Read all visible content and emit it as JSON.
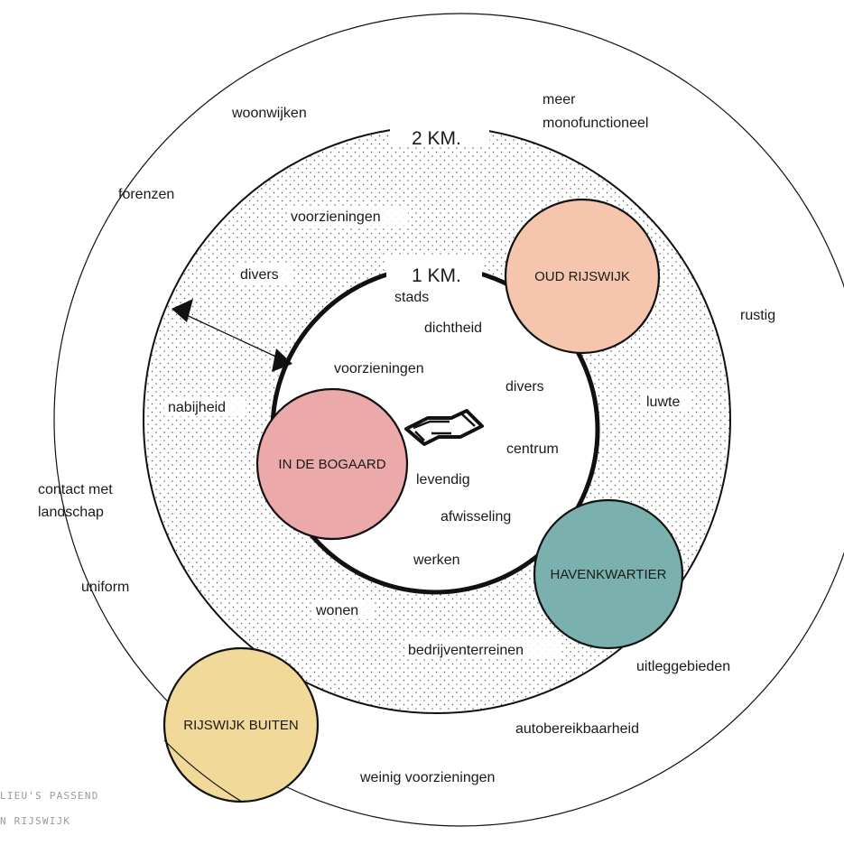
{
  "rings": {
    "outer_km": "2 KM.",
    "inner_km": "1 KM."
  },
  "outer_zone": {
    "labels": [
      "woonwijken",
      "meer",
      "monofunctioneel",
      "forenzen",
      "rustig",
      "contact met",
      "landschap",
      "uniform",
      "uitleggebieden",
      "autobereikbaarheid",
      "weinig voorzieningen"
    ]
  },
  "middle_zone": {
    "labels": [
      "voorzieningen",
      "divers",
      "luwte",
      "nabijheid",
      "wonen",
      "bedrijventerreinen"
    ]
  },
  "inner_zone": {
    "labels": [
      "stads",
      "dichtheid",
      "voorzieningen",
      "divers",
      "centrum",
      "levendig",
      "afwisseling",
      "werken"
    ]
  },
  "districts": [
    {
      "name": "OUD RIJSWIJK",
      "color": "#f5c6ad"
    },
    {
      "name": "IN DE BOGAARD",
      "color": "#eba9a9"
    },
    {
      "name": "HAVENKWARTIER",
      "color": "#7ab0ae"
    },
    {
      "name": "RIJSWIJK BUITEN",
      "color": "#f1d99a"
    }
  ],
  "caption": {
    "line1": "LIEU'S PASSEND",
    "line2": "N RIJSWIJK"
  },
  "icons": {
    "logo": "ns-railway-logo-icon",
    "arrow": "double-arrow-icon"
  }
}
